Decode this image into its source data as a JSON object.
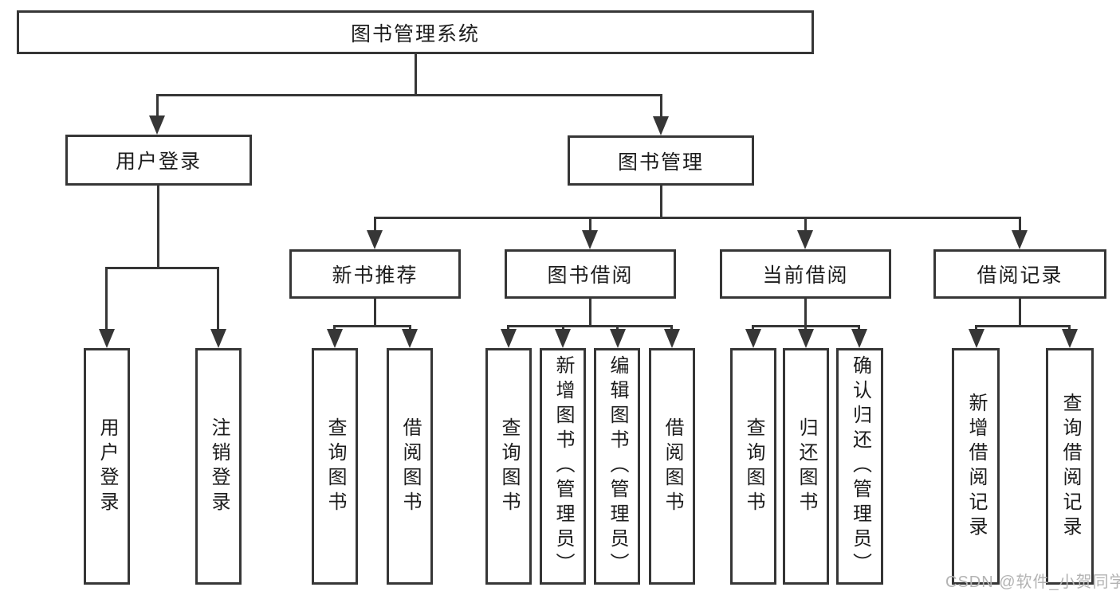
{
  "diagram": {
    "title": "图书管理系统",
    "branches": [
      {
        "label": "用户登录",
        "children": [
          "用户登录",
          "注销登录"
        ]
      },
      {
        "label": "图书管理",
        "children": [
          {
            "label": "新书推荐",
            "children": [
              "查询图书",
              "借阅图书"
            ]
          },
          {
            "label": "图书借阅",
            "children": [
              "查询图书",
              "新增图书（管理员）",
              "编辑图书（管理员）",
              "借阅图书"
            ]
          },
          {
            "label": "当前借阅",
            "children": [
              "查询图书",
              "归还图书",
              "确认归还（管理员）"
            ]
          },
          {
            "label": "借阅记录",
            "children": [
              "新增借阅记录",
              "查询借阅记录"
            ]
          }
        ]
      }
    ],
    "colors": {
      "line": "#363636",
      "text": "#1c1c1c",
      "background": "#ffffff"
    }
  },
  "watermark": {
    "text": "CSDN @软件_小贺同学",
    "color": "#b3b3b3"
  }
}
